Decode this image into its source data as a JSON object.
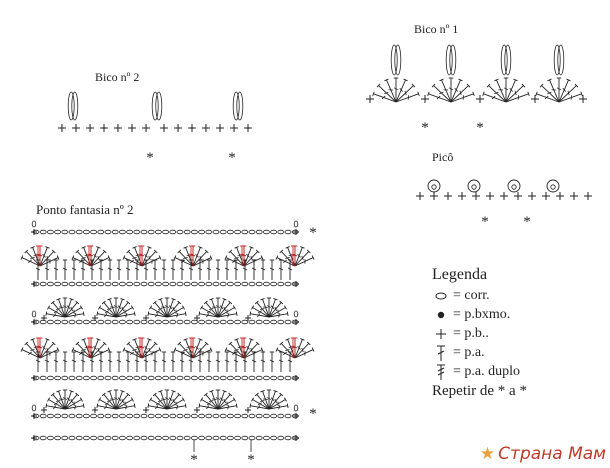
{
  "diagrams": {
    "bico2": {
      "title": "Bico nº 2"
    },
    "bico1": {
      "title": "Bico nº 1"
    },
    "pico": {
      "title": "Picô"
    },
    "fantasia": {
      "title": "Ponto fantasia nº 2"
    }
  },
  "legend": {
    "title": "Legenda",
    "items": [
      {
        "icon": "chain-oval-icon",
        "text": "= corr."
      },
      {
        "icon": "dot-icon",
        "text": "= p.bxmo."
      },
      {
        "icon": "plus-icon",
        "text": "= p.b.."
      },
      {
        "icon": "treble-icon",
        "text": "= p.a."
      },
      {
        "icon": "double-treble-icon",
        "text": "= p.a. duplo"
      }
    ],
    "repeat_note": "Repetir de * a *"
  },
  "marks": {
    "repeat": "*"
  },
  "watermark": {
    "text": "Страна Мам"
  },
  "colors": {
    "ink": "#222222",
    "accent": "#cc2222",
    "watermark": "#c0392b"
  }
}
